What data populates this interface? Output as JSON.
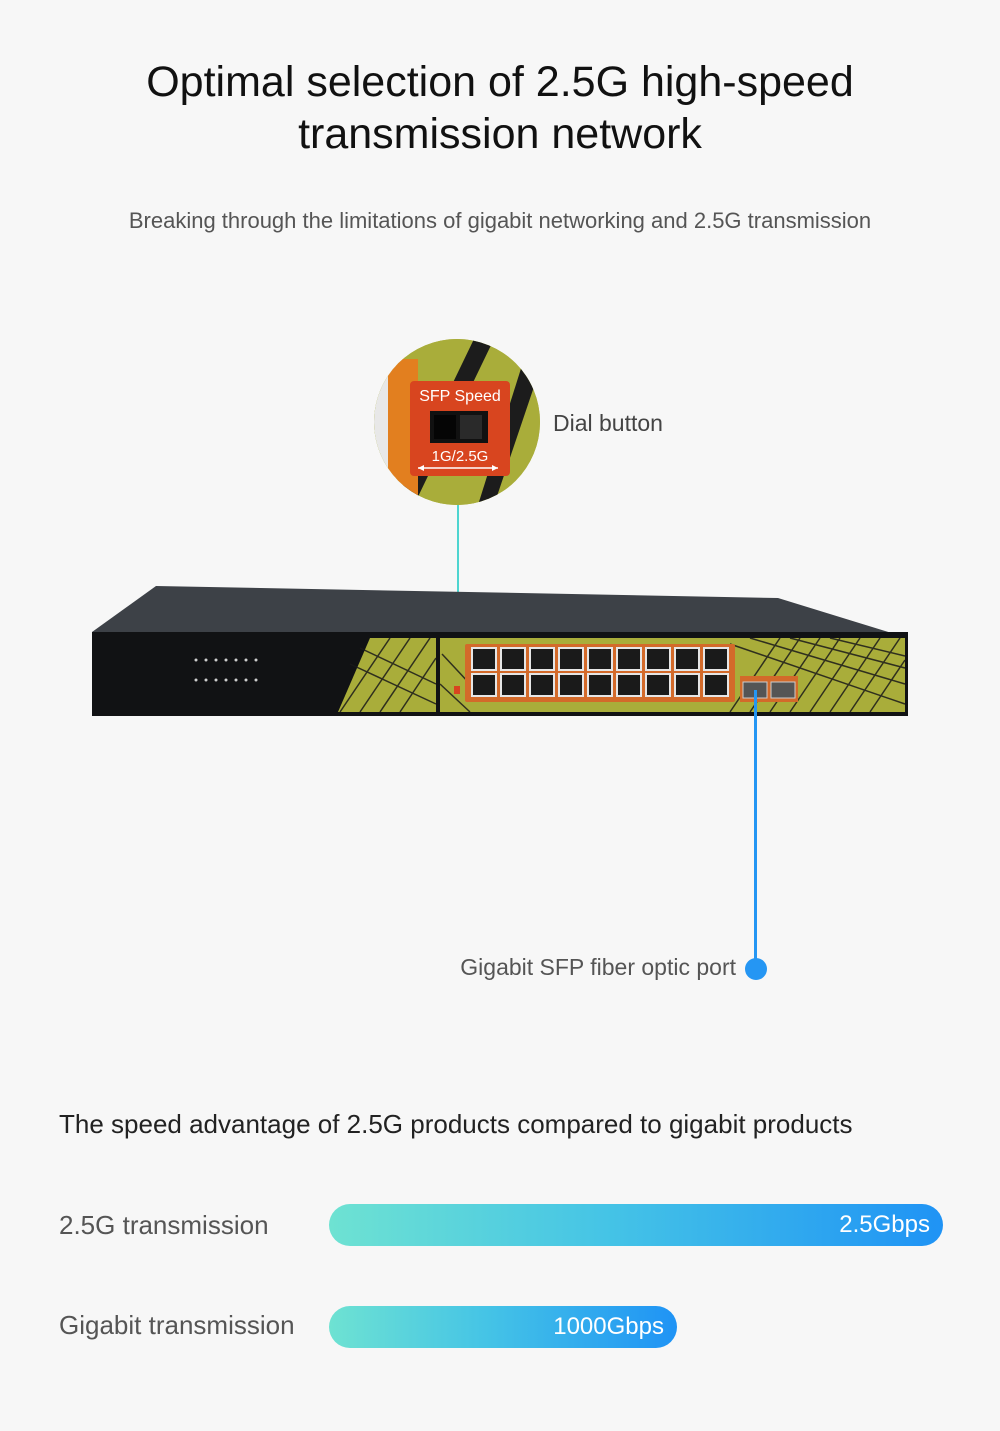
{
  "header": {
    "title_line1": "Optimal selection of 2.5G high-speed",
    "title_line2": "transmission network",
    "subtitle": "Breaking through the limitations of gigabit networking and 2.5G transmission"
  },
  "callouts": {
    "dial_label": "Dial button",
    "sfp_port_label": "Gigabit SFP fiber optic port"
  },
  "zoom_panel": {
    "switch_title": "SFP Speed",
    "switch_options": "1G/2.5G"
  },
  "comparison": {
    "title": "The speed advantage of 2.5G products compared to gigabit products",
    "rows": [
      {
        "label": "2.5G transmission",
        "value": "2.5Gbps",
        "level": 1.0
      },
      {
        "label": "Gigabit transmission",
        "value": "1000Gbps",
        "level": 0.567
      }
    ]
  },
  "colors": {
    "accent_cyan": "#4ed5d0",
    "accent_blue": "#2596f3",
    "panel_olive": "#a9ad3a",
    "port_orange": "#d36a2a"
  }
}
